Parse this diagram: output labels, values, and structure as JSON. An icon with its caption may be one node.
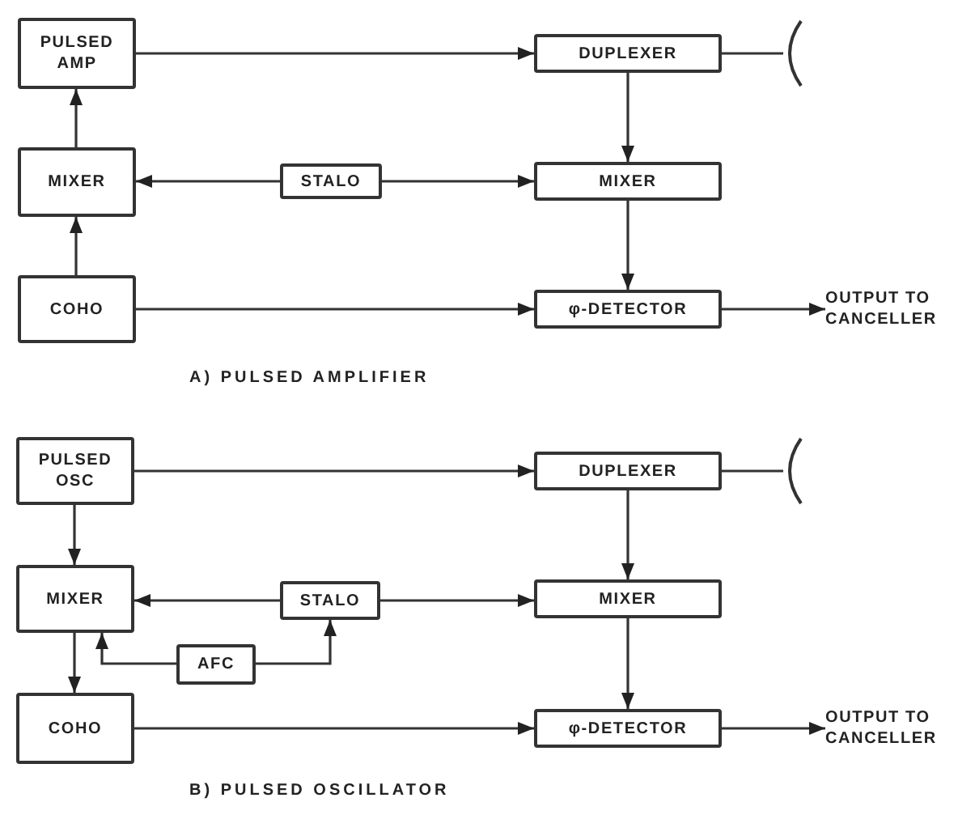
{
  "diagram": {
    "nodes": [
      {
        "text": [
          "PULSED AMP"
        ]
      },
      {
        "text": [
          "MIXER"
        ]
      },
      {
        "text": [
          "COHO"
        ]
      },
      {
        "text": [
          "STALO"
        ]
      },
      {
        "text": [
          "DUPLEXER"
        ]
      },
      {
        "text": [
          "MIXER"
        ]
      },
      {
        "text": [
          "φ-DETECTOR"
        ]
      },
      {
        "text": [],
        "shape": "antenna"
      },
      {
        "text": [
          "OUTPUT TO CANCELLER"
        ]
      },
      {
        "text": [
          "PULSED OSC"
        ]
      },
      {
        "text": [
          "MIXER"
        ]
      },
      {
        "text": [
          "AFC"
        ]
      },
      {
        "text": [
          "COHO"
        ]
      },
      {
        "text": [
          "STALO"
        ]
      },
      {
        "text": [
          "DUPLEXER"
        ]
      },
      {
        "text": [
          "MIXER"
        ]
      },
      {
        "text": [
          "φ-DETECTOR"
        ]
      },
      {
        "text": [],
        "shape": "antenna"
      },
      {
        "text": [
          "OUTPUT TO CANCELLER"
        ]
      }
    ],
    "edges": [
      {
        "from": 0,
        "to": 4,
        "arrow": "to"
      },
      {
        "from": 1,
        "to": 0,
        "arrow": "to"
      },
      {
        "from": 2,
        "to": 1,
        "arrow": "to"
      },
      {
        "from": 3,
        "to": 1,
        "arrow": "to"
      },
      {
        "from": 3,
        "to": 5,
        "arrow": "to"
      },
      {
        "from": 4,
        "to": 5,
        "arrow": "to"
      },
      {
        "from": 5,
        "to": 6,
        "arrow": "to"
      },
      {
        "from": 2,
        "to": 6,
        "arrow": "to"
      },
      {
        "from": 4,
        "to": 7,
        "arrow": "none"
      },
      {
        "from": 6,
        "to": 8,
        "arrow": "to"
      },
      {
        "from": 9,
        "to": 14,
        "arrow": "to"
      },
      {
        "from": 9,
        "to": 10,
        "arrow": "to"
      },
      {
        "from": 13,
        "to": 10,
        "arrow": "to"
      },
      {
        "from": 13,
        "to": 15,
        "arrow": "to"
      },
      {
        "from": 10,
        "to": 12,
        "arrow": "to"
      },
      {
        "from": 11,
        "to": 10,
        "arrow": "to"
      },
      {
        "from": 11,
        "to": 13,
        "arrow": "to"
      },
      {
        "from": 12,
        "to": 16,
        "arrow": "to"
      },
      {
        "from": 14,
        "to": 15,
        "arrow": "to"
      },
      {
        "from": 15,
        "to": 16,
        "arrow": "to"
      },
      {
        "from": 14,
        "to": 17,
        "arrow": "none"
      },
      {
        "from": 16,
        "to": 18,
        "arrow": "to"
      }
    ],
    "labels": [
      "A) PULSED AMPLIFIER",
      "B) PULSED OSCILLATOR"
    ]
  }
}
